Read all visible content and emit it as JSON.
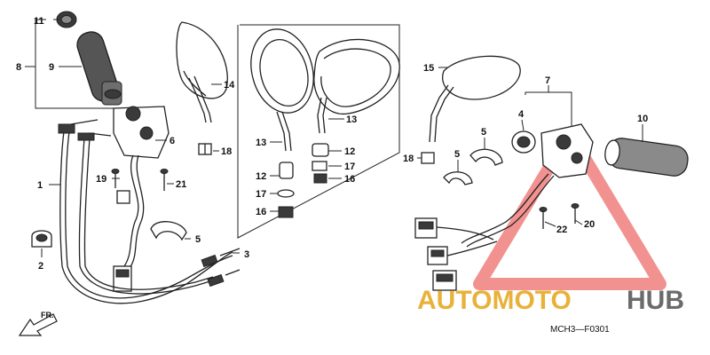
{
  "diagram": {
    "part_labels": {
      "p1": "1",
      "p2": "2",
      "p3": "3",
      "p4": "4",
      "p5a": "5",
      "p5b": "5",
      "p5c": "5",
      "p6": "6",
      "p7": "7",
      "p8": "8",
      "p9": "9",
      "p10": "10",
      "p11": "11",
      "p12a": "12",
      "p12b": "12",
      "p13a": "13",
      "p13b": "13",
      "p14": "14",
      "p15": "15",
      "p16a": "16",
      "p16b": "16",
      "p17a": "17",
      "p17b": "17",
      "p18a": "18",
      "p18b": "18",
      "p19": "19",
      "p20": "20",
      "p21": "21",
      "p22": "22"
    },
    "direction_label": "FR.",
    "diagram_code": "MCH3—F0301"
  },
  "watermark": {
    "word1": "AUTOMOTO",
    "word2": "HUB",
    "color_primary": "#e8b23a",
    "color_secondary": "#6b6b6b",
    "triangle_color": "#e53935"
  }
}
